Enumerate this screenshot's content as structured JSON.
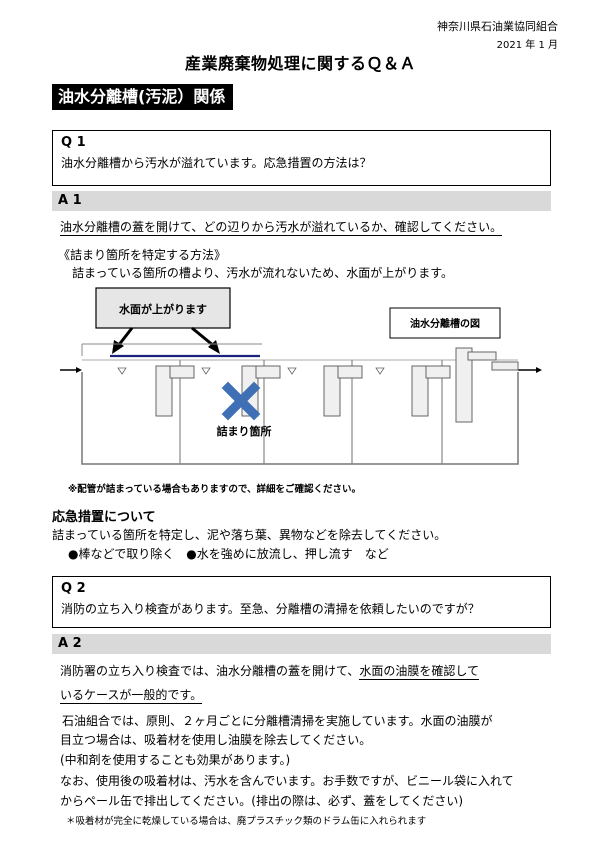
{
  "header": {
    "org": "神奈川県石油業協同組合",
    "date": "2021 年 1 月",
    "title": "産業廃棄物処理に関するＱ＆Ａ",
    "section": "油水分離槽(汚泥）関係"
  },
  "q1": {
    "label": "Q 1",
    "text": "油水分離槽から汚水が溢れています。応急措置の方法は？"
  },
  "a1": {
    "label": "A 1",
    "line1": "油水分離槽の蓋を開けて、どの辺りから汚水が溢れているか、確認してください。",
    "method_title": "《詰まり箇所を特定する方法》",
    "method_text": "詰まっている箇所の槽より、汚水が流れないため、水面が上がります。"
  },
  "diagram": {
    "callout_left": "水面が上がります",
    "callout_right": "油水分離槽の図",
    "blockage_label": "詰まり箇所",
    "note": "※配管が詰まっている場合もありますので、詳細をご確認ください。"
  },
  "emergency": {
    "title": "応急措置について",
    "text": "詰まっている箇所を特定し、泥や落ち葉、異物などを除去してください。",
    "bullets": "●棒などで取り除く　●水を強めに放流し、押し流す　など"
  },
  "q2": {
    "label": "Q 2",
    "text": "消防の立ち入り検査があります。至急、分離槽の清掃を依頼したいのですが？"
  },
  "a2": {
    "label": "A 2",
    "line1a": "消防署の立ち入り検査では、油水分離槽の蓋を開けて、",
    "line1b": "水面の油膜を確認して",
    "line2": "いるケースが一般的です。",
    "p2_1": "石油組合では、原則、２ヶ月ごとに分離槽清掃を実施しています。水面の油膜が",
    "p2_2": "目立つ場合は、吸着材を使用し油膜を除去してください。",
    "p2_3": "(中和剤を使用することも効果があります。)",
    "p3_1": "なお、使用後の吸着材は、汚水を含んでいます。お手数ですが、ビニール袋に入れて",
    "p3_2": "からペール缶で排出してください。(排出の際は、必ず、蓋をしてください)",
    "footnote": "＊吸着材が完全に乾燥している場合は、廃プラスチック類のドラム缶に入れられます"
  }
}
